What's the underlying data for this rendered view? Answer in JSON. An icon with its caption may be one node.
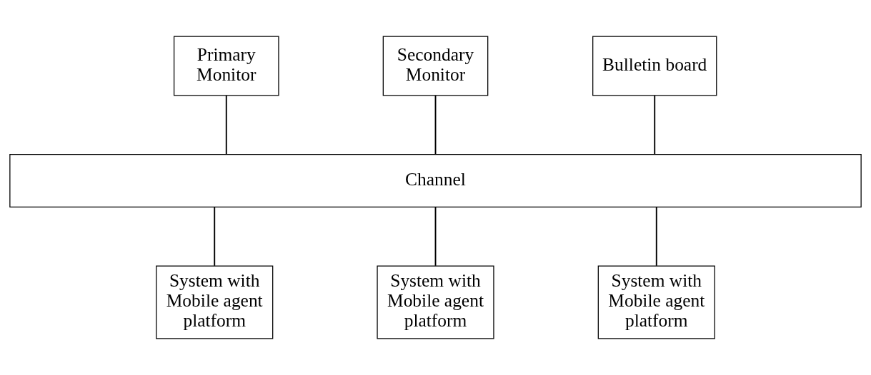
{
  "diagram": {
    "nodes": [
      {
        "text": [
          "Primary Monitor"
        ]
      },
      {
        "text": [
          "Secondary Monitor"
        ]
      },
      {
        "text": [
          "Bulletin board"
        ]
      },
      {
        "text": [
          "Channel"
        ]
      },
      {
        "text": [
          "System with Mobile agent platform"
        ]
      },
      {
        "text": [
          "System with Mobile agent platform"
        ]
      },
      {
        "text": [
          "System with Mobile agent platform"
        ]
      }
    ],
    "edges": [
      {
        "from": 0,
        "to": 3,
        "arrow": "none"
      },
      {
        "from": 1,
        "to": 3,
        "arrow": "none"
      },
      {
        "from": 2,
        "to": 3,
        "arrow": "none"
      },
      {
        "from": 3,
        "to": 4,
        "arrow": "none"
      },
      {
        "from": 3,
        "to": 5,
        "arrow": "none"
      },
      {
        "from": 3,
        "to": 6,
        "arrow": "none"
      }
    ]
  }
}
